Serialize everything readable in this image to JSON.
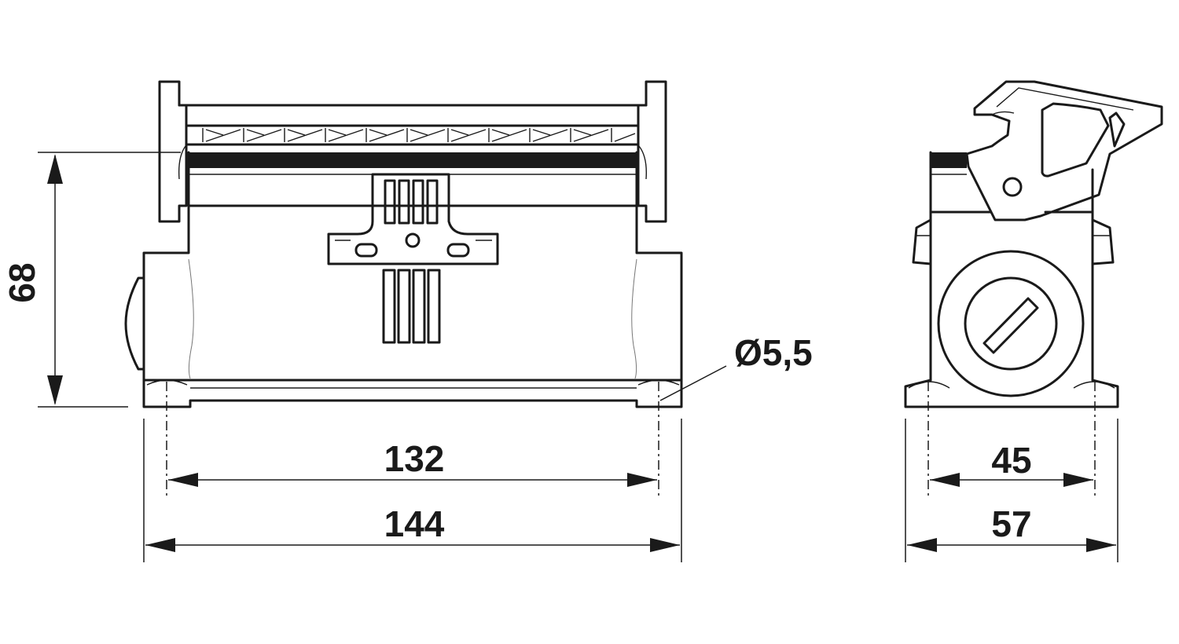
{
  "dimensions": {
    "height": "68",
    "hole_spacing_front": "132",
    "overall_width_front": "144",
    "hole_diameter": "Ø5,5",
    "hole_spacing_side": "45",
    "overall_width_side": "57"
  },
  "colors": {
    "line": "#1a1a1a",
    "background": "#ffffff"
  }
}
